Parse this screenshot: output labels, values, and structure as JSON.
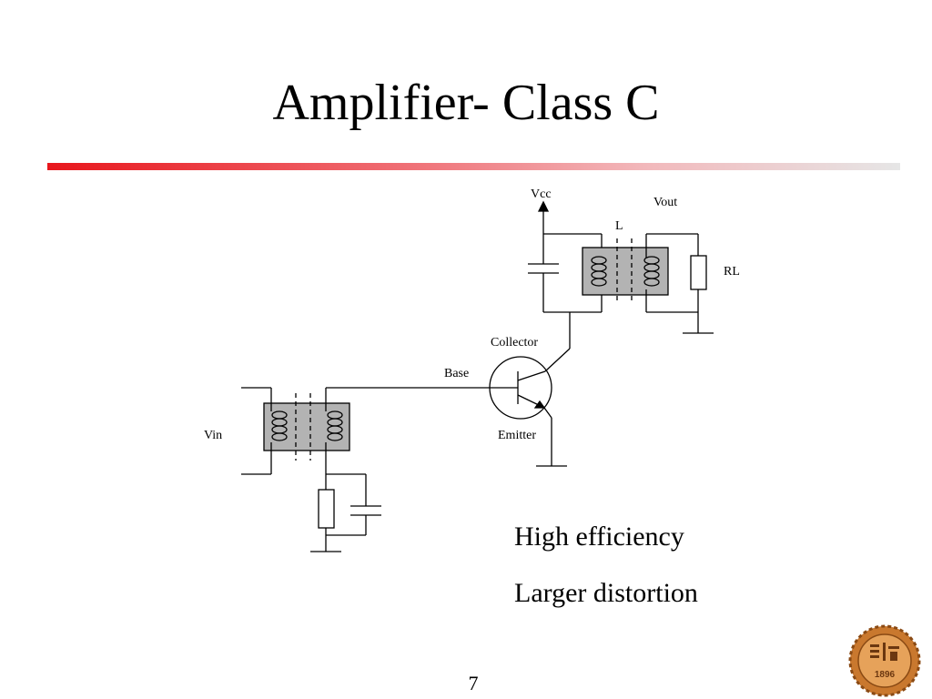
{
  "slide": {
    "title": "Amplifier- Class C",
    "bullets": [
      "High efficiency",
      "Larger distortion"
    ],
    "page_number": "7"
  },
  "circuit": {
    "labels": {
      "vcc": "Vcc",
      "vout": "Vout",
      "l": "L",
      "rl": "RL",
      "collector": "Collector",
      "base": "Base",
      "emitter": "Emitter",
      "vin": "Vin"
    }
  },
  "logo": {
    "year": "1896",
    "icon": "university-seal-icon"
  },
  "colors": {
    "accent": "#e8161c",
    "transformer_fill": "#b3b3b3"
  }
}
